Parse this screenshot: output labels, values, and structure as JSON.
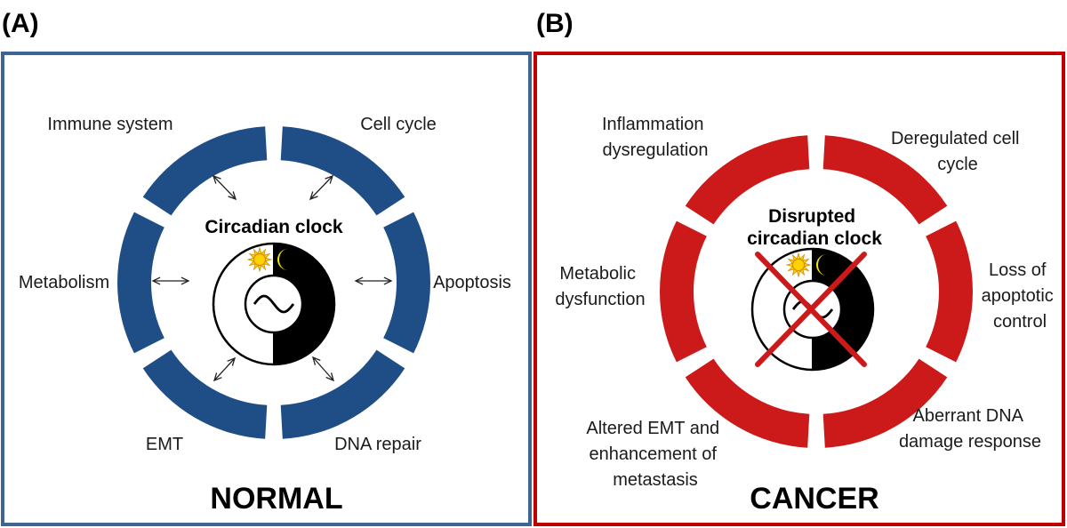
{
  "panels": [
    {
      "letter": "(A)",
      "title": "NORMAL",
      "clock_label": [
        "Circadian clock"
      ],
      "ring_color": "#1f4e86",
      "border_color": "#3f6494",
      "disrupted": false,
      "labels": [
        {
          "key": "top-left",
          "lines": [
            "Immune system"
          ]
        },
        {
          "key": "top-right",
          "lines": [
            "Cell cycle"
          ]
        },
        {
          "key": "left",
          "lines": [
            "Metabolism"
          ]
        },
        {
          "key": "right",
          "lines": [
            "Apoptosis"
          ]
        },
        {
          "key": "bottom-left",
          "lines": [
            "EMT"
          ]
        },
        {
          "key": "bottom-right",
          "lines": [
            "DNA repair"
          ]
        }
      ]
    },
    {
      "letter": "(B)",
      "title": "CANCER",
      "clock_label": [
        "Disrupted",
        "circadian clock"
      ],
      "ring_color": "#cc1a1a",
      "border_color": "#c00000",
      "disrupted": true,
      "labels": [
        {
          "key": "top-left",
          "lines": [
            "Inflammation",
            "dysregulation"
          ]
        },
        {
          "key": "top-right",
          "lines": [
            "Deregulated cell",
            "cycle"
          ]
        },
        {
          "key": "left",
          "lines": [
            "Metabolic",
            "dysfunction"
          ]
        },
        {
          "key": "right",
          "lines": [
            "Loss of",
            "apoptotic",
            "control"
          ]
        },
        {
          "key": "bottom-left",
          "lines": [
            "Altered EMT and",
            "enhancement of",
            "metastasis"
          ]
        },
        {
          "key": "bottom-right",
          "lines": [
            "Aberrant DNA",
            "damage response"
          ]
        }
      ]
    }
  ],
  "icons": {
    "sun": "sun-icon",
    "moon": "crescent-moon-icon",
    "wave": "sine-wave-icon",
    "cross": "red-x-cross-icon",
    "arrow": "double-headed-arrow-icon"
  },
  "colors": {
    "sun_yellow": "#ffd200",
    "sun_outline": "#d18a00",
    "moon_yellow": "#ffe600",
    "cross_red": "#cc1a1a"
  }
}
